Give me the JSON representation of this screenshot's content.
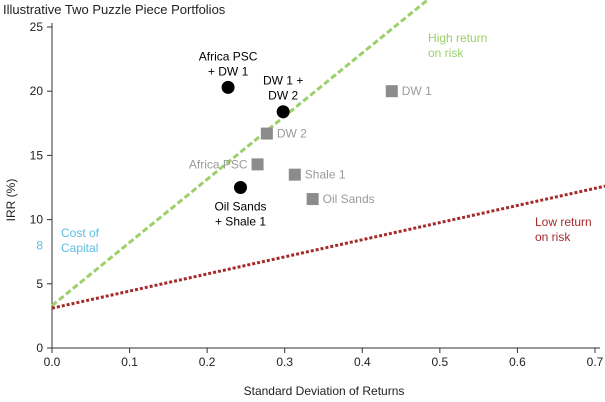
{
  "chart_data": {
    "type": "scatter",
    "title": "Illustrative Two Puzzle Piece Portfolios",
    "xlabel": "Standard Deviation of Returns",
    "ylabel": "IRR (%)",
    "xlim": [
      0,
      0.7
    ],
    "ylim": [
      0,
      25
    ],
    "x_ticks": [
      0.0,
      0.1,
      0.2,
      0.3,
      0.4,
      0.5,
      0.6,
      0.7
    ],
    "x_tick_labels": [
      "0.0",
      "0.1",
      "0.2",
      "0.3",
      "0.4",
      "0.5",
      "0.6",
      "0.7"
    ],
    "y_ticks": [
      0,
      5,
      10,
      15,
      20,
      25
    ],
    "y_tick_labels": [
      "0",
      "5",
      "10",
      "15",
      "20",
      "25"
    ],
    "grid": false,
    "cost_of_capital": {
      "value": 8,
      "value_label": "8",
      "label_lines": [
        "Cost of",
        "Capital"
      ],
      "color": "#5bbfe3"
    },
    "lines": [
      {
        "label_lines": [
          "High return",
          "on risk"
        ],
        "color": "#9bd06a",
        "style": "dashed",
        "x": [
          0,
          0.49
        ],
        "y": [
          3.3,
          27.4
        ]
      },
      {
        "label_lines": [
          "Low return",
          "on risk"
        ],
        "color": "#a52a2a",
        "style": "dotted",
        "x": [
          0,
          0.72
        ],
        "y": [
          3.1,
          12.7
        ]
      }
    ],
    "series": [
      {
        "marker": "square",
        "color": "#8c8c8c",
        "label_color": "#9a9a9a",
        "points": [
          {
            "label_lines": [
              "DW 1"
            ],
            "x": 0.438,
            "y": 20.0,
            "label_pos": "right"
          },
          {
            "label_lines": [
              "DW 2"
            ],
            "x": 0.277,
            "y": 16.7,
            "label_pos": "right"
          },
          {
            "label_lines": [
              "Africa PSC"
            ],
            "x": 0.265,
            "y": 14.3,
            "label_pos": "left"
          },
          {
            "label_lines": [
              "Shale 1"
            ],
            "x": 0.313,
            "y": 13.5,
            "label_pos": "right"
          },
          {
            "label_lines": [
              "Oil Sands"
            ],
            "x": 0.336,
            "y": 11.6,
            "label_pos": "right"
          }
        ]
      },
      {
        "marker": "circle",
        "color": "#000000",
        "label_color": "#000000",
        "points": [
          {
            "label_lines": [
              "Africa PSC",
              "+ DW 1"
            ],
            "x": 0.227,
            "y": 20.3,
            "label_pos": "above"
          },
          {
            "label_lines": [
              "DW 1 +",
              "DW 2"
            ],
            "x": 0.298,
            "y": 18.4,
            "label_pos": "above"
          },
          {
            "label_lines": [
              "Oil Sands",
              "+ Shale 1"
            ],
            "x": 0.243,
            "y": 12.5,
            "label_pos": "below"
          }
        ]
      }
    ]
  }
}
